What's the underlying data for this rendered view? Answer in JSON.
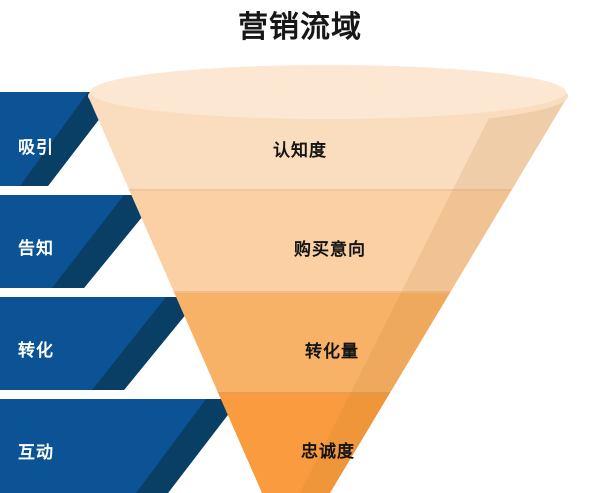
{
  "header": {
    "title": "营销流域"
  },
  "colors": {
    "panel_blue": "#0b5394",
    "panel_blue_shadow": "#0a3d62",
    "funnel_stage_1": "#fadcbe",
    "funnel_stage_2": "#fbd0a4",
    "funnel_stage_3": "#f7b267",
    "funnel_stage_4": "#f99b3e",
    "funnel_rim_top": "#fce7d2",
    "funnel_shade_right": "#f0c091",
    "label_text": "#ffffff",
    "funnel_text": "#141414",
    "background": "#ffffff"
  },
  "stages": [
    {
      "side_label": "吸引",
      "funnel_label": "认知度"
    },
    {
      "side_label": "告知",
      "funnel_label": "购买意向"
    },
    {
      "side_label": "转化",
      "funnel_label": "转化量"
    },
    {
      "side_label": "互动",
      "funnel_label": "忠诚度"
    }
  ]
}
